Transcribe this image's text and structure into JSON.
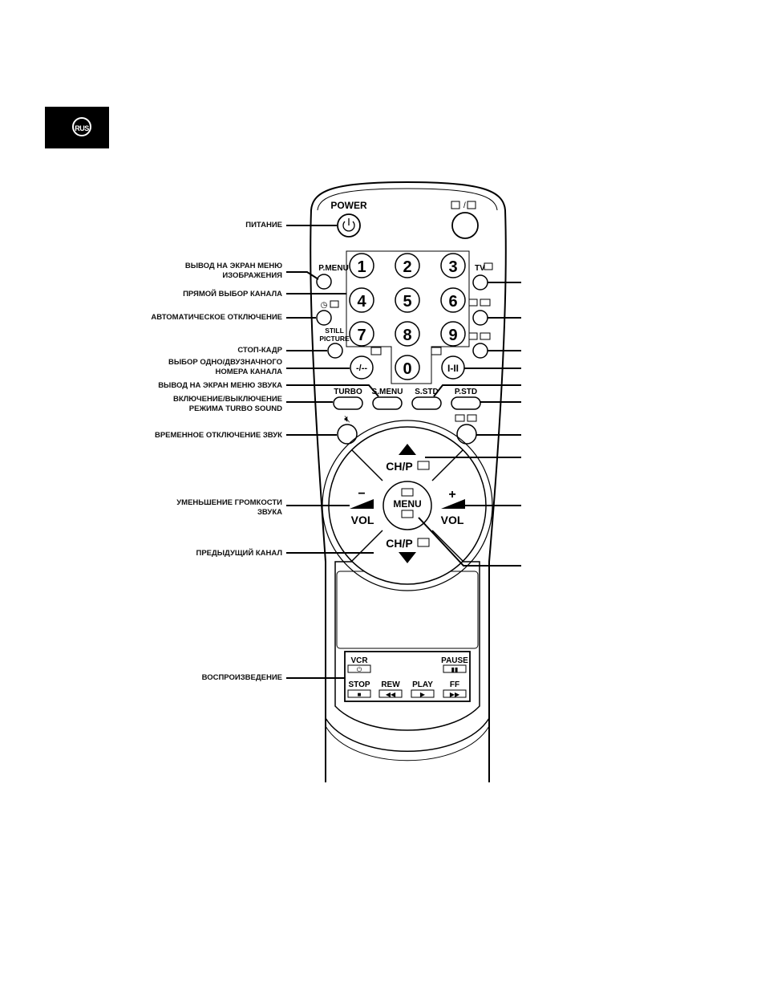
{
  "badge": {
    "text": "RUS"
  },
  "labels": {
    "power": "ПИТАНИЕ",
    "pmenu": [
      "ВЫВОД НА ЭКРАН МЕНЮ",
      "ИЗОБРАЖЕНИЯ"
    ],
    "direct": "ПРЯМОЙ ВЫБОР КАНАЛА",
    "sleep": "АВТОМАТИЧЕСКОЕ ОТКЛЮЧЕНИЕ",
    "still": "СТОП-КАДР",
    "digits": [
      "ВЫБОР ОДНО/ДВУЗНАЧНОГО",
      "НОМЕРА КАНАЛА"
    ],
    "smenu": "ВЫВОД НА ЭКРАН МЕНЮ ЗВУКА",
    "turbo": [
      "ВКЛЮЧЕНИЕ/ВЫКЛЮЧЕНИЕ",
      "РЕЖИМА TURBO SOUND"
    ],
    "mute": "ВРЕМЕННОЕ ОТКЛЮЧЕНИЕ ЗВУК",
    "voldown": [
      "УМЕНЬШЕНИЕ ГРОМКОСТИ",
      "ЗВУКА"
    ],
    "prevch": "ПРЕДЫДУЩИЙ КАНАЛ",
    "play": "ВОСПРОИЗВЕДЕНИЕ"
  },
  "remote": {
    "power": "POWER",
    "pmenu": "P.MENU",
    "tv": "TV",
    "still": [
      "STILL",
      "PICTURE"
    ],
    "digits": [
      "1",
      "2",
      "3",
      "4",
      "5",
      "6",
      "7",
      "8",
      "9",
      "0"
    ],
    "dash": "-/--",
    "stereo": "I-II",
    "turbo": "TURBO",
    "smenu": "S.MENU",
    "sstd": "S.STD",
    "pstd": "P.STD",
    "chp": "CH/P",
    "vol": "VOL",
    "plus": "+",
    "minus": "−",
    "menu": "MENU",
    "vcr": "VCR",
    "pause": "PAUSE",
    "stop": "STOP",
    "rew": "REW",
    "playbtn": "PLAY",
    "ff": "FF"
  }
}
